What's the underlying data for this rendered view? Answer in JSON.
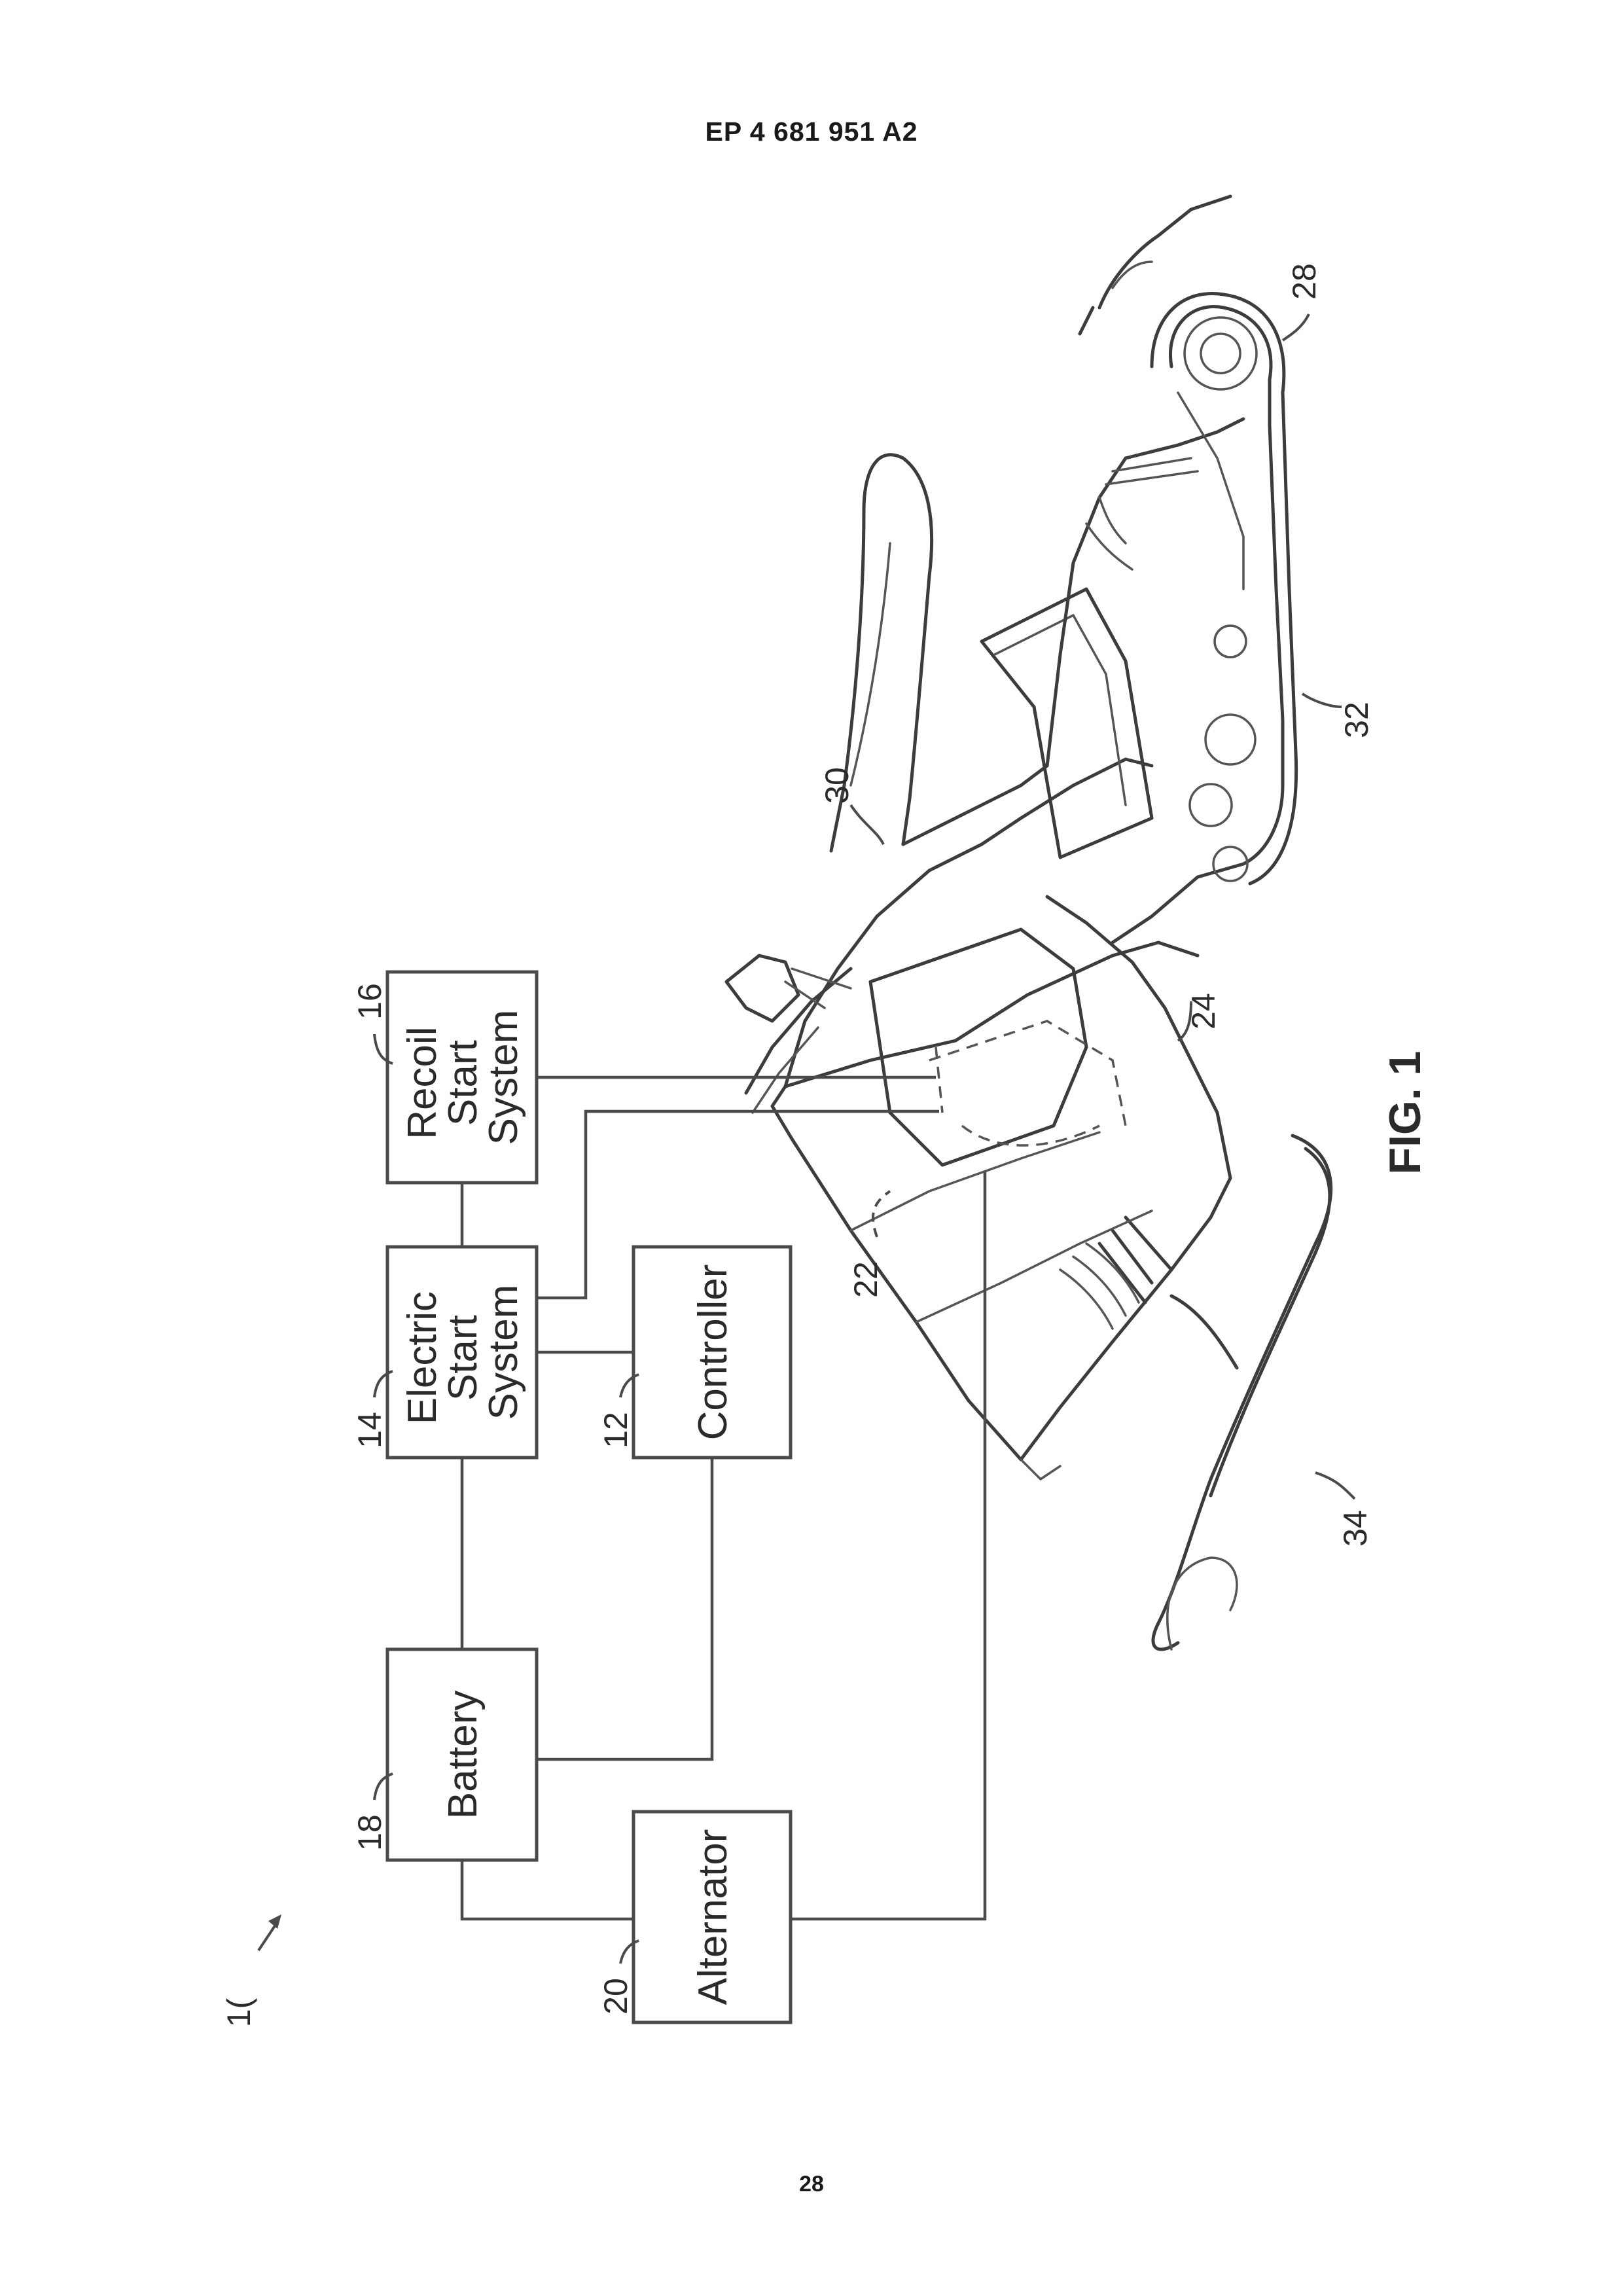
{
  "header": {
    "publication_number": "EP 4 681 951 A2"
  },
  "footer": {
    "page_number": "28"
  },
  "figure": {
    "label": "FIG. 1",
    "system_ref": "1(",
    "blocks": [
      {
        "ref": "16",
        "lines": [
          "Recoil",
          "Start",
          "System"
        ]
      },
      {
        "ref": "14",
        "lines": [
          "Electric",
          "Start",
          "System"
        ]
      },
      {
        "ref": "12",
        "lines": [
          "Controller"
        ]
      },
      {
        "ref": "18",
        "lines": [
          "Battery"
        ]
      },
      {
        "ref": "20",
        "lines": [
          "Alternator"
        ]
      }
    ],
    "vehicle_refs": [
      "30",
      "28",
      "32",
      "24",
      "22",
      "34"
    ]
  }
}
